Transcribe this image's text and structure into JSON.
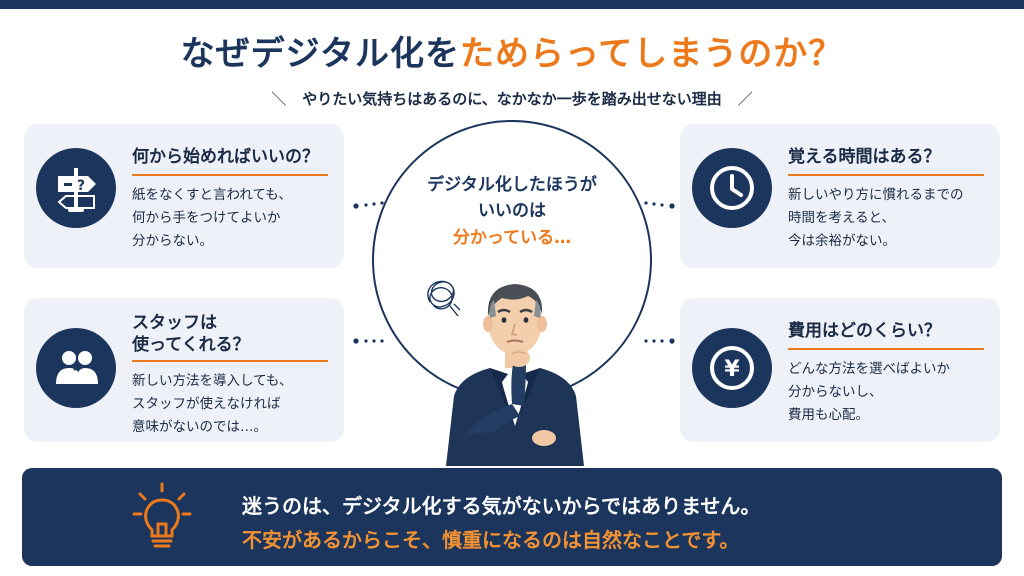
{
  "header": {
    "title_main": "なぜデジタル化を",
    "title_accent": "ためらってしまうのか？",
    "subtitle": "やりたい気持ちはあるのに、なかなか一歩を踏み出せない理由",
    "slash_left": "＼",
    "slash_right": "／"
  },
  "cards": {
    "top_left": {
      "icon": "signpost-icon",
      "icon_text": "?",
      "title": "何から始めればいいの？",
      "lines": [
        "紙をなくすと言われても、",
        "何から手をつけてよいか",
        "分からない。"
      ]
    },
    "bottom_left": {
      "icon": "people-icon",
      "title_lines": [
        "スタッフは",
        "使ってくれる？"
      ],
      "lines": [
        "新しい方法を導入しても、",
        "スタッフが使えなければ",
        "意味がないのでは…。"
      ]
    },
    "top_right": {
      "icon": "clock-icon",
      "title": "覚える時間はある？",
      "lines": [
        "新しいやり方に慣れるまでの",
        "時間を考えると、",
        "今は余裕がない。"
      ]
    },
    "bottom_right": {
      "icon": "yen-icon",
      "icon_text": "¥",
      "title": "費用はどのくらい？",
      "lines": [
        "どんな方法を選べばよいか",
        "分からないし、",
        "費用も心配。"
      ]
    }
  },
  "center": {
    "lines": [
      "デジタル化したほうが",
      "いいのは",
      "分かっている…"
    ],
    "figure": "worried-man-illustration"
  },
  "banner": {
    "icon": "lightbulb-icon",
    "line1": "迷うのは、デジタル化する気がないからではありません。",
    "line2": "不安があるからこそ、慎重になるのは自然なことです。"
  },
  "colors": {
    "navy": "#1b355c",
    "orange": "#ec7a1c",
    "card_bg": "#eef2f8"
  }
}
